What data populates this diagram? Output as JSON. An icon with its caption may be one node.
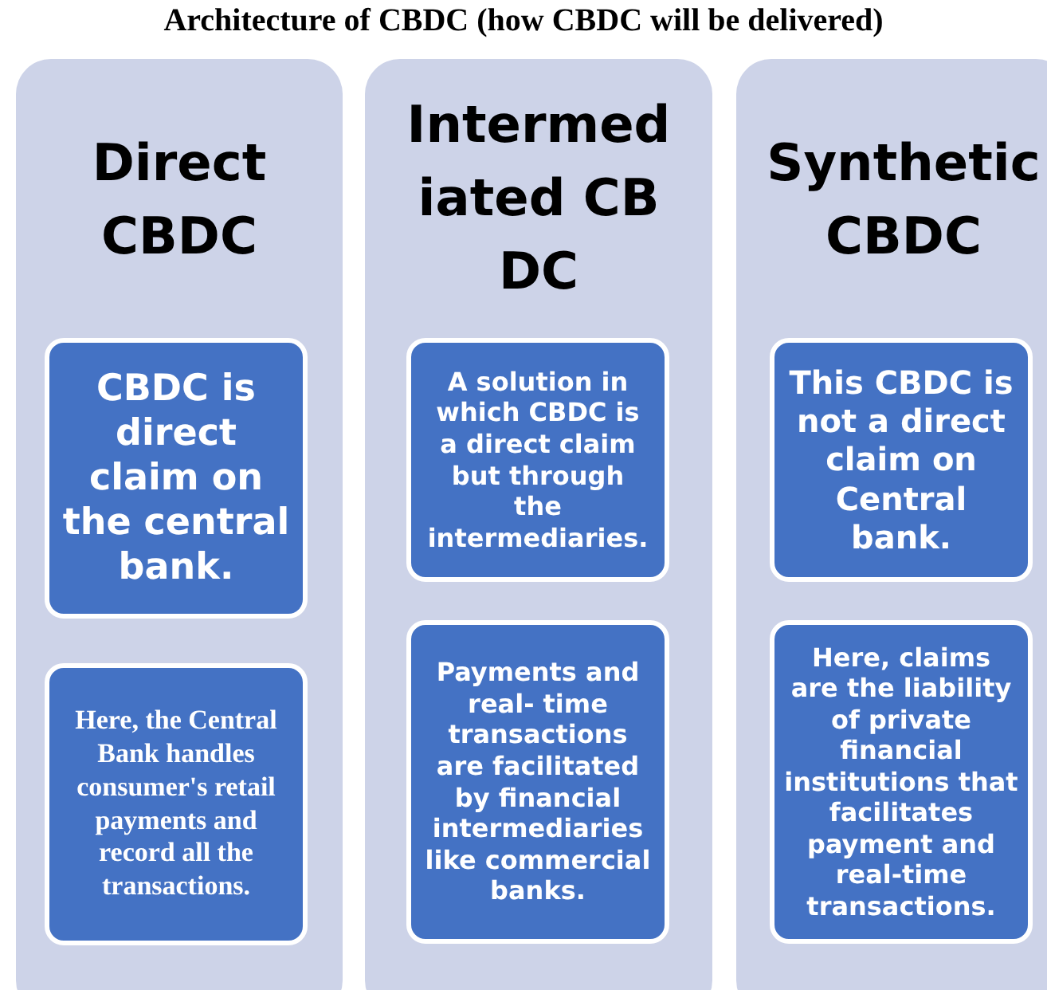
{
  "diagram": {
    "title": "Architecture of CBDC (how CBDC will be delivered)",
    "nodes": [
      {
        "text": [
          "Direct CBDC"
        ]
      },
      {
        "text": [
          "CBDC is direct claim on the central bank."
        ],
        "in": 0
      },
      {
        "text": [
          "Here, the Central Bank handles consumer's retail payments and record all the transactions."
        ],
        "in": 0
      },
      {
        "text": [
          "Intermediated CBDC"
        ]
      },
      {
        "text": [
          "A solution in which CBDC is a direct claim but through the intermediaries."
        ],
        "in": 3
      },
      {
        "text": [
          "Payments and real- time transactions are facilitated by financial intermediaries like commercial banks."
        ],
        "in": 3
      },
      {
        "text": [
          "Synthetic CBDC"
        ]
      },
      {
        "text": [
          "This CBDC is not a direct claim on Central bank."
        ],
        "in": 6
      },
      {
        "text": [
          "Here, claims are the liability of private financial institutions that facilitates payment and real-time transactions."
        ],
        "in": 6
      }
    ]
  }
}
